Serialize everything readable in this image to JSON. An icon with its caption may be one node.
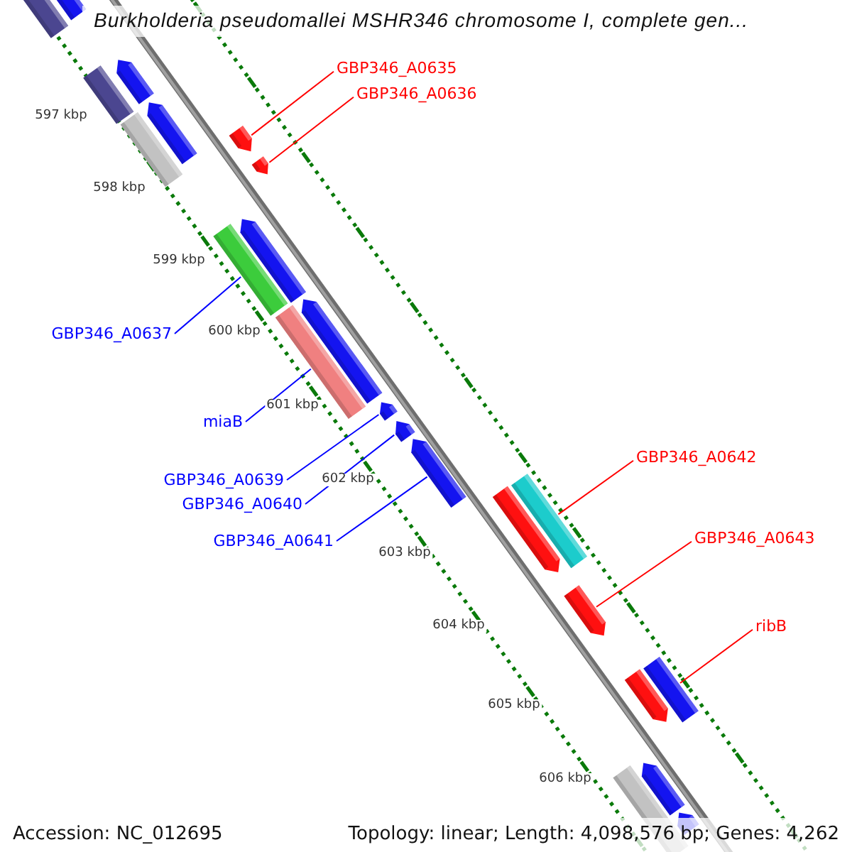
{
  "diagram": {
    "title": "Burkholderia pseudomallei MSHR346 chromosome I, complete gen...",
    "nodes": [
      {
        "text": [
          "GBP346_A0635"
        ]
      },
      {
        "text": [
          "GBP346_A0636"
        ]
      },
      {
        "text": [
          "GBP346_A0637"
        ]
      },
      {
        "text": [
          "miaB"
        ]
      },
      {
        "text": [
          "GBP346_A0639"
        ]
      },
      {
        "text": [
          "GBP346_A0640"
        ]
      },
      {
        "text": [
          "GBP346_A0641"
        ]
      },
      {
        "text": [
          "GBP346_A0642"
        ]
      },
      {
        "text": [
          "GBP346_A0643"
        ]
      },
      {
        "text": [
          "ribB"
        ]
      },
      {
        "text": [],
        "shape": "bar"
      },
      {
        "text": [],
        "shape": "pentagon"
      },
      {
        "text": [],
        "shape": "bar"
      },
      {
        "text": [],
        "shape": "pentagon"
      },
      {
        "text": [],
        "shape": "pentagon"
      },
      {
        "text": [],
        "shape": "bar"
      },
      {
        "text": [],
        "shape": "pentagon"
      },
      {
        "text": [],
        "shape": "pentagon"
      },
      {
        "text": [],
        "shape": "bar"
      },
      {
        "text": [],
        "shape": "pentagon"
      },
      {
        "text": [],
        "shape": "bar"
      },
      {
        "text": [],
        "shape": "pentagon"
      },
      {
        "text": [],
        "shape": "pentagon"
      },
      {
        "text": [],
        "shape": "pentagon"
      },
      {
        "text": [],
        "shape": "pentagon"
      },
      {
        "text": [],
        "shape": "pentagon"
      },
      {
        "text": [],
        "shape": "bar"
      },
      {
        "text": [],
        "shape": "pentagon"
      },
      {
        "text": [],
        "shape": "pentagon"
      },
      {
        "text": [],
        "shape": "bar"
      },
      {
        "text": [],
        "shape": "bar"
      },
      {
        "text": [],
        "shape": "pentagon"
      },
      {
        "text": [],
        "shape": "pentagon"
      }
    ],
    "edges": [
      {
        "from": 0,
        "to": 16,
        "arrow": "none",
        "color": "#ff0000"
      },
      {
        "from": 1,
        "to": 17,
        "arrow": "none",
        "color": "#ff0000"
      },
      {
        "from": 2,
        "to": 18,
        "arrow": "none",
        "color": "#0000ff"
      },
      {
        "from": 3,
        "to": 20,
        "arrow": "none",
        "color": "#0000ff"
      },
      {
        "from": 4,
        "to": 22,
        "arrow": "none",
        "color": "#0000ff"
      },
      {
        "from": 5,
        "to": 23,
        "arrow": "none",
        "color": "#0000ff"
      },
      {
        "from": 6,
        "to": 24,
        "arrow": "none",
        "color": "#0000ff"
      },
      {
        "from": 7,
        "to": 26,
        "arrow": "none",
        "color": "#ff0000"
      },
      {
        "from": 8,
        "to": 27,
        "arrow": "none",
        "color": "#ff0000"
      },
      {
        "from": 9,
        "to": 29,
        "arrow": "none",
        "color": "#ff0000"
      }
    ],
    "labels": [
      "597 kbp",
      "598 kbp",
      "599 kbp",
      "600 kbp",
      "601 kbp",
      "602 kbp",
      "603 kbp",
      "604 kbp",
      "605 kbp",
      "606 kbp",
      "Accession: NC_012695",
      "Topology: linear; Length: 4,098,576 bp; Genes: 4,262"
    ]
  }
}
